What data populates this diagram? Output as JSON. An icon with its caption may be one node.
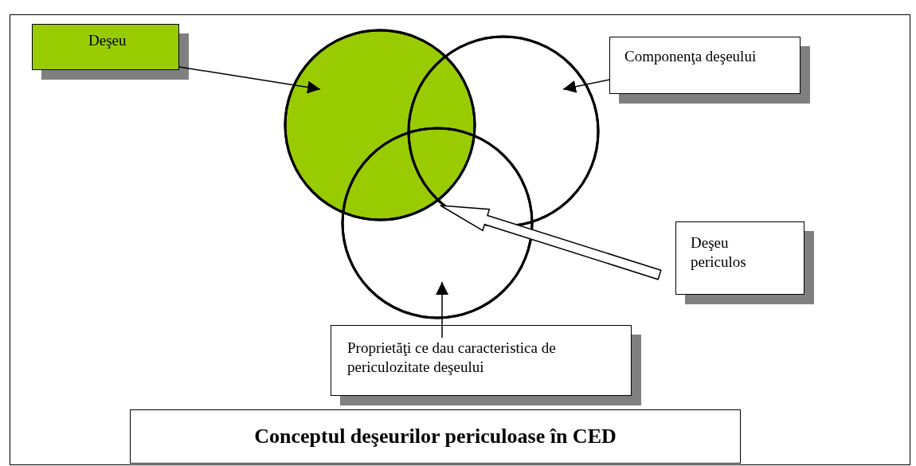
{
  "diagram": {
    "nodes": [
      {
        "text": [
          "Deşeu"
        ]
      },
      {
        "text": [],
        "shape": "circle"
      },
      {
        "text": [],
        "shape": "circle"
      },
      {
        "text": [
          "Componenţa deşeului"
        ]
      },
      {
        "text": [],
        "shape": "circle"
      },
      {
        "text": [
          "Deşeu periculos"
        ]
      },
      {
        "text": [
          "Proprietăţi ce dau caracteristica de periculozitate deşeului"
        ]
      },
      {
        "text": [
          "Conceptul deşeurilor periculoase în CED"
        ]
      }
    ],
    "edges": [
      {
        "from": 0,
        "to": 1,
        "arrow": "to"
      },
      {
        "from": 3,
        "to": 2,
        "arrow": "to"
      },
      {
        "from": 5,
        "to": null,
        "arrow": "to",
        "style": "thick"
      },
      {
        "from": 6,
        "to": 4,
        "arrow": "to"
      }
    ]
  }
}
